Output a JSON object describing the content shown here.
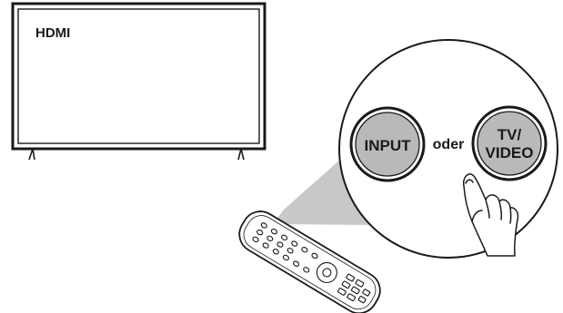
{
  "screen": {
    "source_label": "HDMI"
  },
  "callout": {
    "input_button_label": "INPUT",
    "connector_word": "oder",
    "tv_video_button_label_line1": "TV/",
    "tv_video_button_label_line2": "VIDEO"
  },
  "colors": {
    "outline": "#1a1a1a",
    "button_fill": "#b9b9b9",
    "beam_fill": "#c8c8c8",
    "background": "#ffffff"
  },
  "icons": {
    "hand": "hand-pointer-icon",
    "remote": "remote-control-icon",
    "dpad": "dpad-icon"
  }
}
